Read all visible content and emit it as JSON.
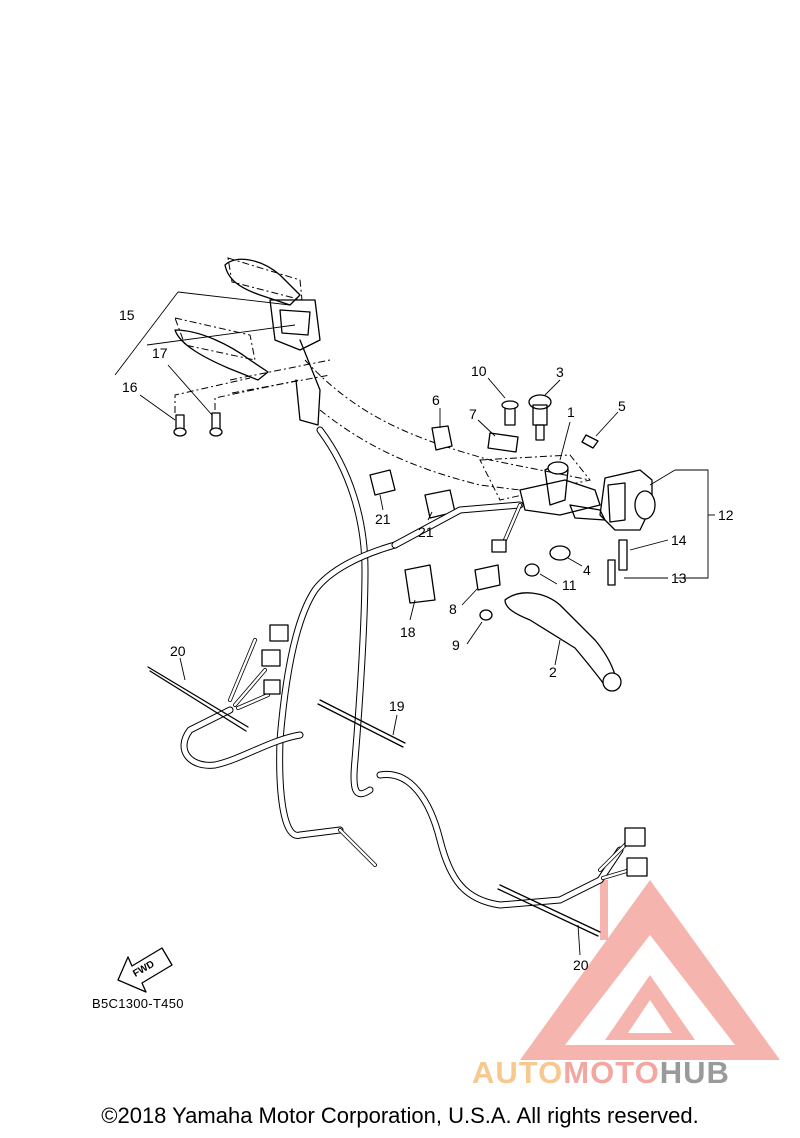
{
  "diagram": {
    "code": "B5C1300-T450",
    "fwd_label": "FWD",
    "callouts": [
      {
        "id": "c1",
        "label": "1"
      },
      {
        "id": "c2",
        "label": "2"
      },
      {
        "id": "c3",
        "label": "3"
      },
      {
        "id": "c4",
        "label": "4"
      },
      {
        "id": "c5",
        "label": "5"
      },
      {
        "id": "c6",
        "label": "6"
      },
      {
        "id": "c7",
        "label": "7"
      },
      {
        "id": "c8",
        "label": "8"
      },
      {
        "id": "c9",
        "label": "9"
      },
      {
        "id": "c10",
        "label": "10"
      },
      {
        "id": "c11",
        "label": "11"
      },
      {
        "id": "c12",
        "label": "12"
      },
      {
        "id": "c13",
        "label": "13"
      },
      {
        "id": "c14",
        "label": "14"
      },
      {
        "id": "c15",
        "label": "15"
      },
      {
        "id": "c16",
        "label": "16"
      },
      {
        "id": "c17",
        "label": "17"
      },
      {
        "id": "c18",
        "label": "18"
      },
      {
        "id": "c19",
        "label": "19"
      },
      {
        "id": "c20a",
        "label": "20"
      },
      {
        "id": "c20b",
        "label": "20"
      },
      {
        "id": "c21a",
        "label": "21"
      },
      {
        "id": "c21b",
        "label": "21"
      }
    ]
  },
  "watermark": {
    "part1": "AUTO",
    "part2": "MOTO",
    "part3": "HUB",
    "colors": {
      "auto": "#f7c98f",
      "moto": "#f4a7a0",
      "hub": "#9a9a9a",
      "logo": "#f08a80"
    }
  },
  "footer": {
    "copyright": "©2018 Yamaha Motor Corporation, U.S.A. All rights reserved."
  }
}
